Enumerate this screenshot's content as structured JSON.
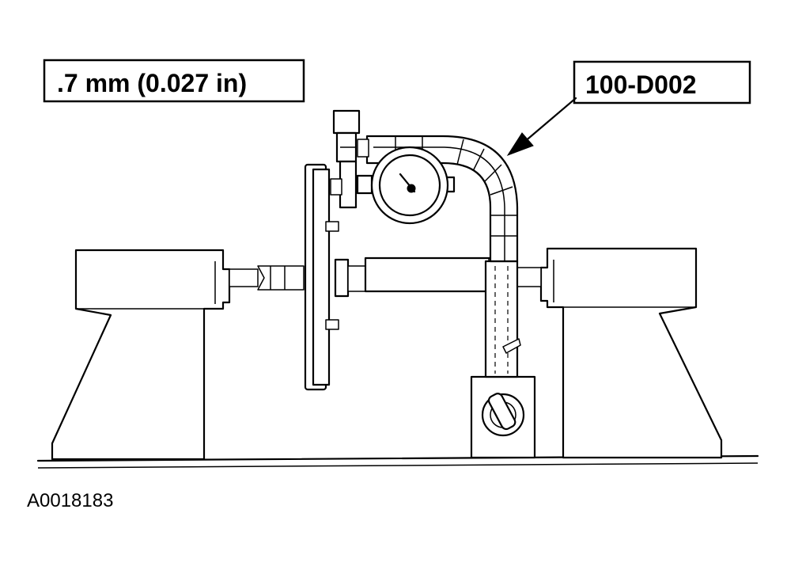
{
  "callouts": {
    "measurement": ".7 mm (0.027 in)",
    "tool_number": "100-D002"
  },
  "figure_id": "A0018183",
  "colors": {
    "ink": "#000000",
    "paper": "#ffffff"
  },
  "icons": [
    "dial-indicator-icon",
    "magnetic-base-icon",
    "v-block-stand-icon"
  ]
}
